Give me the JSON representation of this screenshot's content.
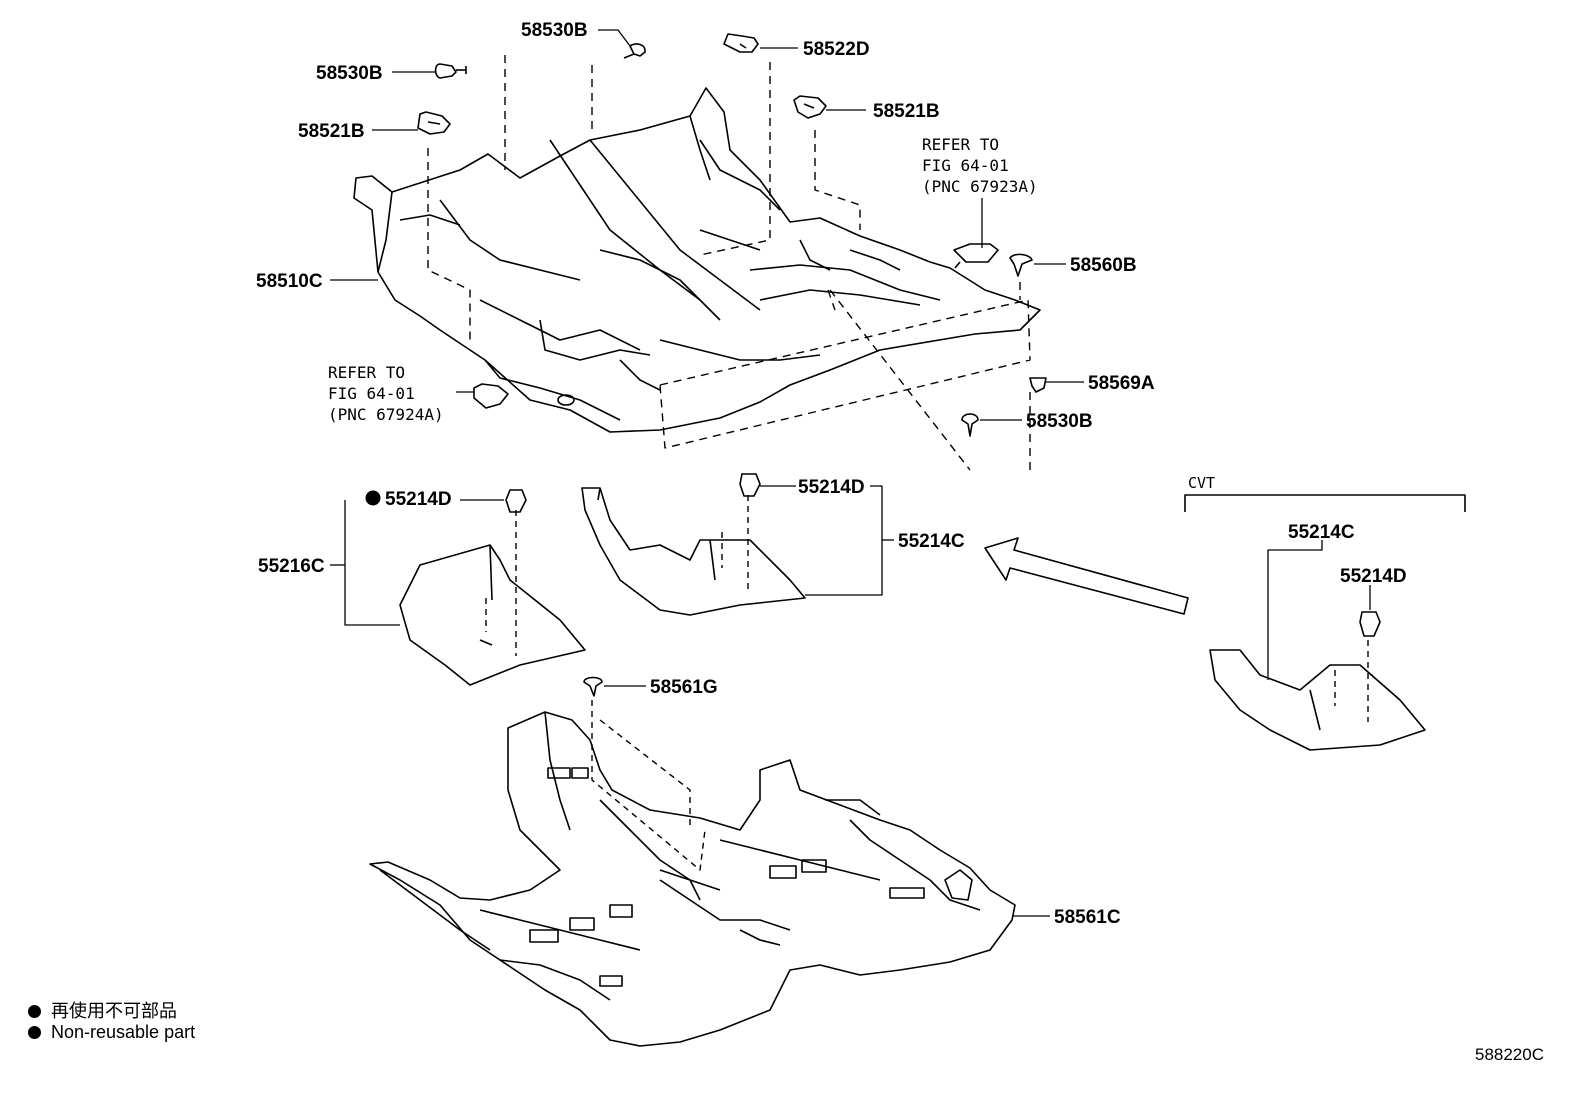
{
  "labels": {
    "p58530B_top": "58530B",
    "p58530B_left": "58530B",
    "p58522D": "58522D",
    "p58521B_right": "58521B",
    "p58521B_left": "58521B",
    "p58510C": "58510C",
    "p58560B": "58560B",
    "p58569A": "58569A",
    "p58530B_lower": "58530B",
    "p55214D_left": "55214D",
    "p55216C": "55216C",
    "p55214D_mid": "55214D",
    "p55214C_mid": "55214C",
    "cvt": "CVT",
    "p55214C_cvt": "55214C",
    "p55214D_cvt": "55214D",
    "p58561G": "58561G",
    "p58561C": "58561C"
  },
  "refs": {
    "right": [
      "REFER TO",
      "FIG 64-01",
      "(PNC 67923A)"
    ],
    "left": [
      "REFER TO",
      "FIG 64-01",
      "(PNC 67924A)"
    ]
  },
  "legend": {
    "jp": "再使用不可部品",
    "en": "Non-reusable part"
  },
  "figure_number": "588220C"
}
